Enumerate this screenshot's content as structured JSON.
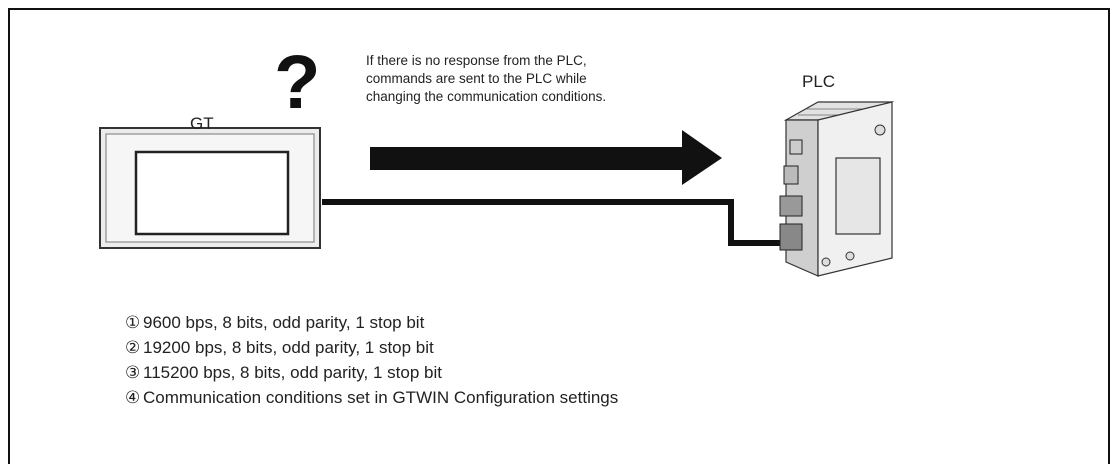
{
  "diagram": {
    "gt_label": "GT",
    "plc_label": "PLC",
    "question_mark": "?",
    "note_lines": [
      "If there is no response from the PLC,",
      "commands are sent to the PLC while",
      "changing the communication conditions."
    ],
    "conditions": [
      {
        "num": "①",
        "text": "9600 bps, 8 bits, odd parity, 1 stop bit"
      },
      {
        "num": "②",
        "text": "19200 bps, 8 bits, odd parity, 1 stop bit"
      },
      {
        "num": "③",
        "text": "115200 bps, 8 bits, odd parity, 1 stop bit"
      },
      {
        "num": "④",
        "text": "Communication conditions set in GTWIN Configuration settings"
      }
    ]
  }
}
